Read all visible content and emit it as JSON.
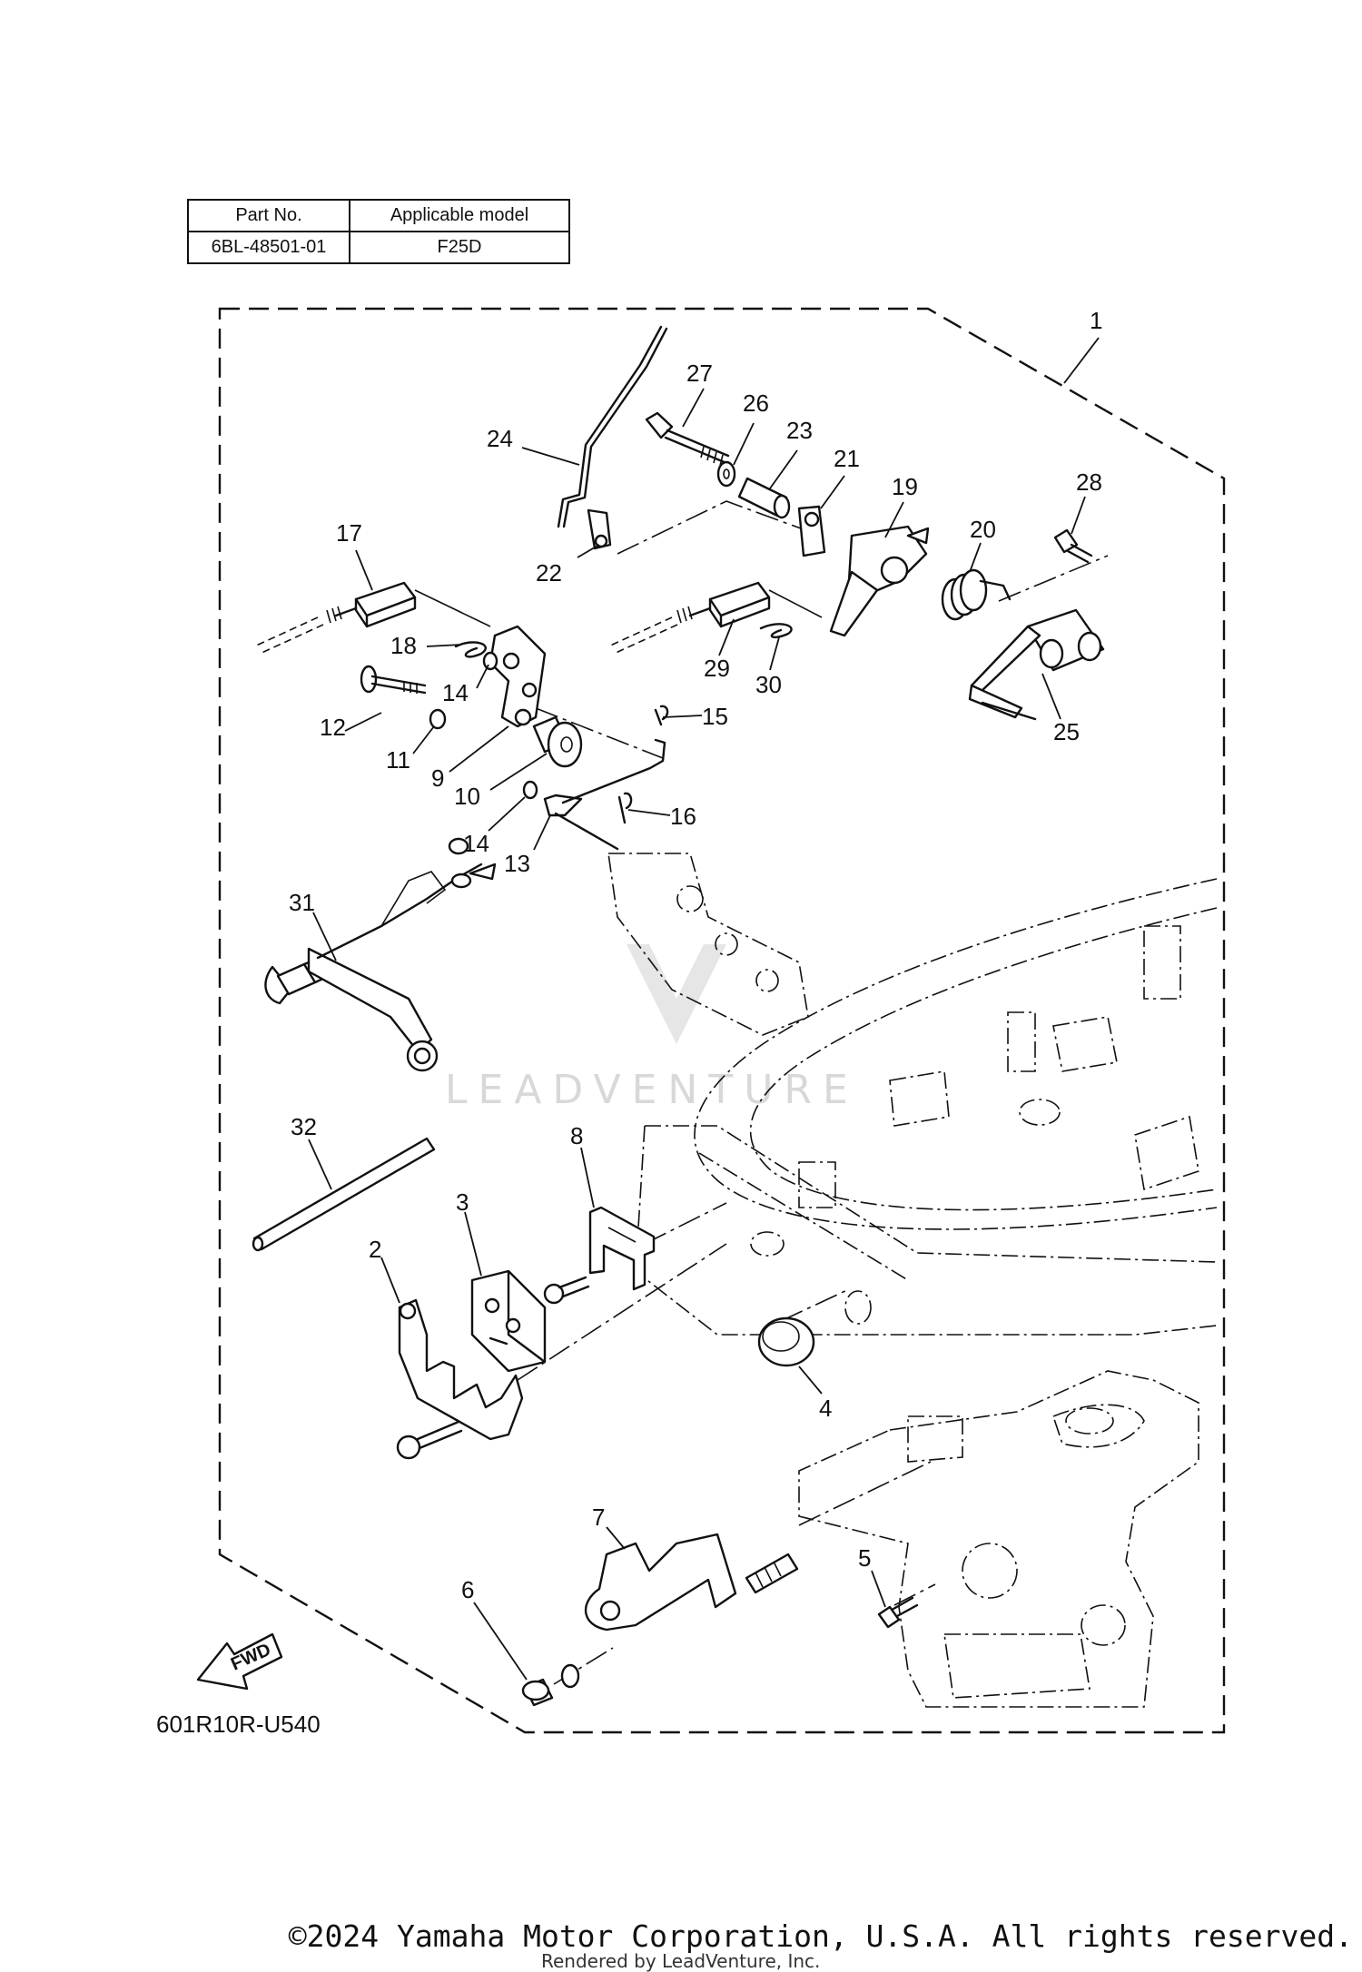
{
  "parts_table": {
    "header_part_no": "Part No.",
    "header_model": "Applicable model",
    "part_no": "6BL-48501-01",
    "model": "F25D"
  },
  "callouts": [
    "1",
    "2",
    "3",
    "4",
    "5",
    "6",
    "7",
    "8",
    "9",
    "10",
    "11",
    "12",
    "13",
    "14",
    "14",
    "15",
    "16",
    "17",
    "18",
    "19",
    "20",
    "21",
    "22",
    "23",
    "24",
    "25",
    "26",
    "27",
    "28",
    "29",
    "30",
    "31",
    "32"
  ],
  "figure_code": "601R10R-U540",
  "fwd_label": "FWD",
  "watermark": "LEADVENTURE",
  "copyright": "©2024 Yamaha Motor Corporation, U.S.A. All rights reserved.",
  "rendered_by": "Rendered by LeadVenture, Inc."
}
